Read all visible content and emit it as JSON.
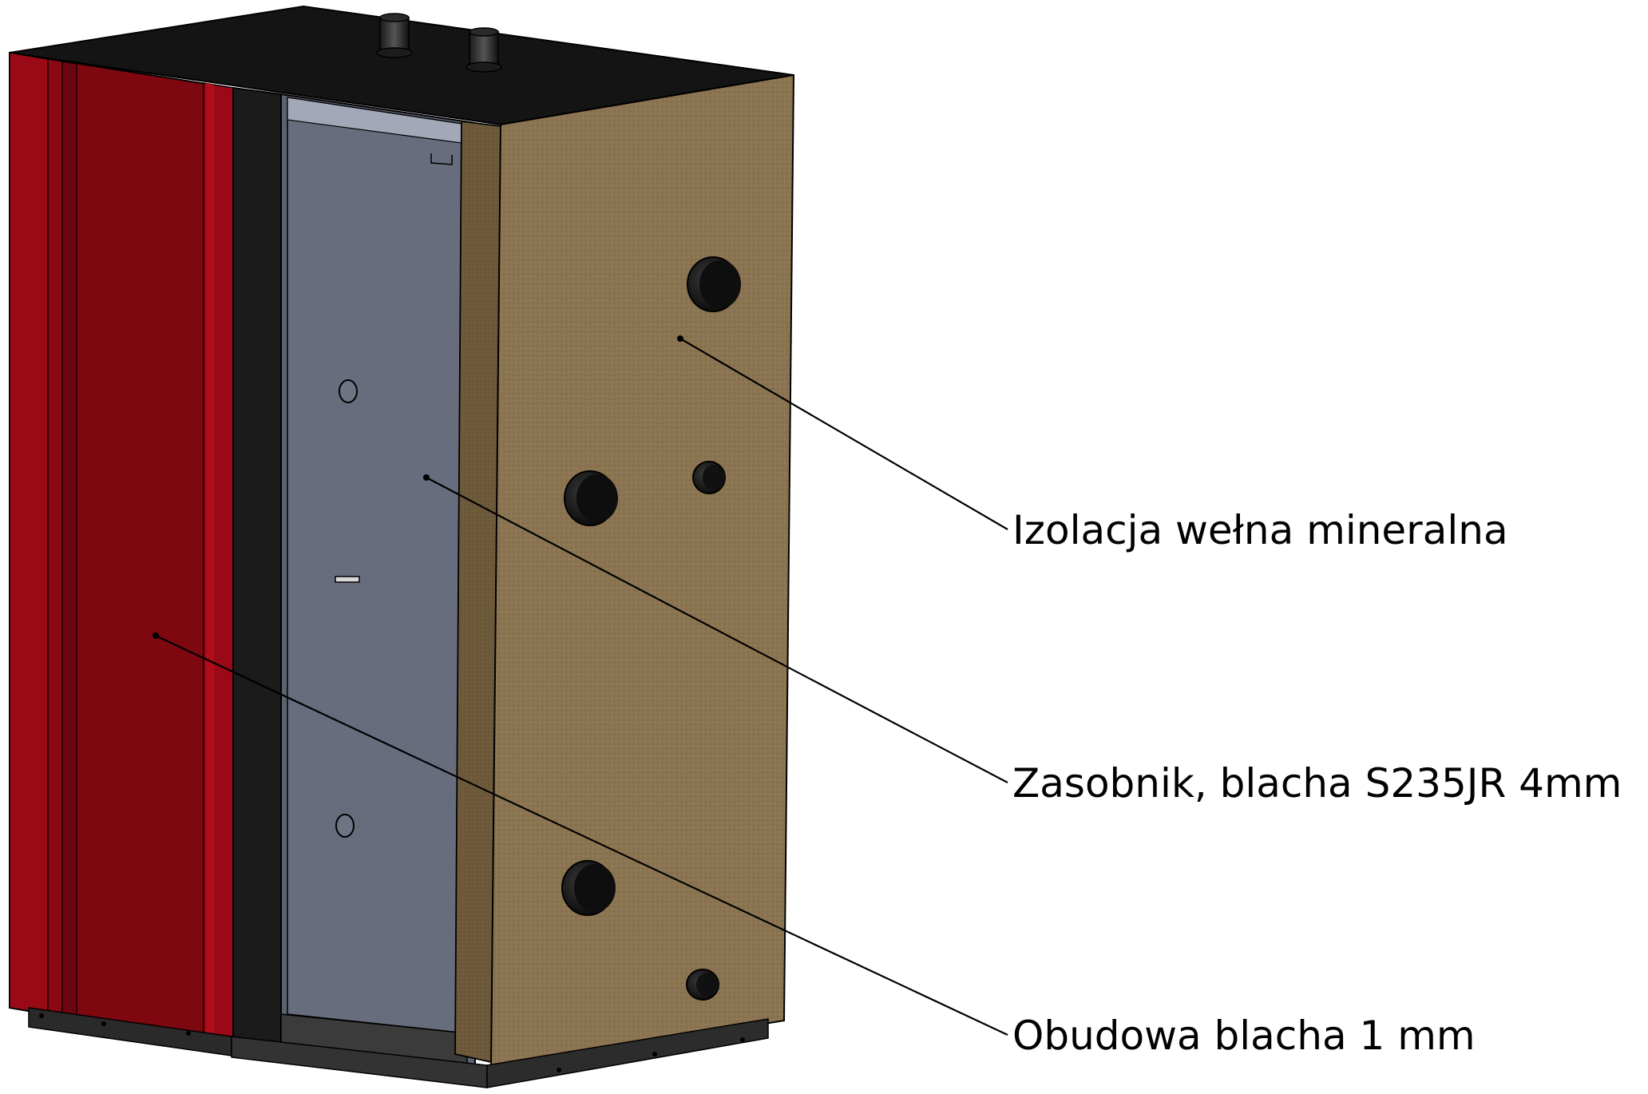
{
  "diagram": {
    "labels": [
      {
        "id": "izolacja",
        "text": "Izolacja wełna mineralna"
      },
      {
        "id": "zasobnik",
        "text": "Zasobnik, blacha S235JR 4mm"
      },
      {
        "id": "obudowa",
        "text": "Obudowa blacha 1 mm"
      }
    ],
    "colors": {
      "casing_red": "#7e0710",
      "casing_red_light": "#9a0a16",
      "insulation": "#8a7350",
      "tank_steel": "#666b7a",
      "top_black": "#141414"
    }
  }
}
